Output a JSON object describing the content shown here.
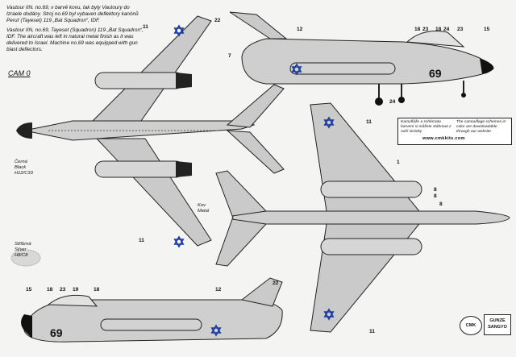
{
  "intro": {
    "czech": "Vautour IIN. no.69, v barvě kovu, tak byly Vautoury do Izraele dodány. Stroj no.69 byl vybaven deflektory kanónů Peruť (Tayeset) 119 „Bat Squadron“, IDF.",
    "english": "Vautour IIN, no.69, Tayeset (Squadron) 119 „Bat Squadron“, IDF. The aircraft was left in natural metal finish as it was delivered to Israel. Machine no.69 was equipped with gun blast deflectors."
  },
  "cam_label": "CAM 0",
  "serial": "69",
  "callouts": {
    "c11_topleft": "11",
    "c22": "22",
    "c7": "7",
    "c12_top": "12",
    "c18a": "18",
    "c23a": "23",
    "c18b": "18",
    "c24a": "24",
    "c23b": "23",
    "c15_top": "15",
    "c24b": "24",
    "c11_mid": "11",
    "c1": "1",
    "c8a": "8",
    "c8b": "8",
    "c8c": "8",
    "c11_left": "11",
    "c11_bottom": "11",
    "c15_bot": "15",
    "c18_bot": "18",
    "c23_bot": "23",
    "c19_bot": "19",
    "c18_bot2": "18",
    "c12_bot": "12",
    "c22_bot": "22"
  },
  "color_notes": {
    "black": "Černá\nBlack\nH12/C33",
    "metal": "Kov\nMetal",
    "silver": "Stříbrná\nSilver\nH8/C8"
  },
  "stencil_box": {
    "czech": "Kamufláže a schémata barvení si můžete stáhnout z naší stránky",
    "english": "The camouflage schemes in color are downloadable through our website",
    "url": "www.cmkkits.com"
  },
  "logos": {
    "left": "CMK",
    "right": "GUNZE SANGYO"
  },
  "colors": {
    "paper": "#f4f4f2",
    "metal": "#c9c9c9",
    "ink": "#111111"
  }
}
